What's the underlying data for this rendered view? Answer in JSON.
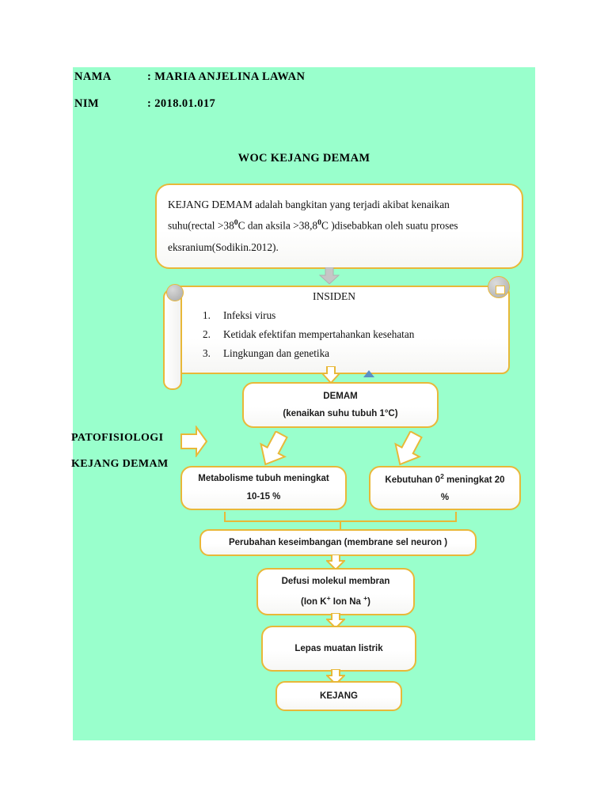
{
  "page": {
    "background": "#ffffff",
    "panel_color": "#99FFCC",
    "box_border_color": "#E8B838",
    "arrow_gray": "#BFBFBF",
    "marker_blue": "#5B8EC4"
  },
  "header": {
    "nama_label": "NAMA",
    "nama_value": ": MARIA ANJELINA LAWAN",
    "nim_label": "NIM",
    "nim_value": ": 2018.01.017"
  },
  "title": "WOC KEJANG DEMAM",
  "definition": {
    "line1": "KEJANG DEMAM adalah bangkitan yang terjadi akibat kenaikan",
    "line2_a": "suhu(rectal >38",
    "line2_sup1": "0",
    "line2_b": "C dan aksila >38,8",
    "line2_sup2": "0",
    "line2_c": "C )disebabkan oleh suatu proses",
    "line3": "eksranium(Sodikin.2012)."
  },
  "insiden": {
    "title": "INSIDEN",
    "items": [
      {
        "num": "1.",
        "text": "Infeksi virus"
      },
      {
        "num": "2.",
        "text": "Ketidak efektifan mempertahankan kesehatan"
      },
      {
        "num": "3.",
        "text": "Lingkungan dan genetika"
      }
    ]
  },
  "side_label": {
    "line1": "PATOFISIOLOGI",
    "line2": "KEJANG DEMAM"
  },
  "flow": {
    "demam": {
      "line1": "DEMAM",
      "line2": "(kenaikan suhu tubuh 1°C)"
    },
    "metabolisme": {
      "line1": "Metabolisme tubuh meningkat",
      "line2": "10-15 %"
    },
    "oksigen": {
      "line1_a": "Kebutuhan 0",
      "line1_sup": "2",
      "line1_b": " meningkat 20",
      "line2": "%"
    },
    "perubahan": "Perubahan keseimbangan (membrane sel neuron )",
    "defusi": {
      "line1": "Defusi molekul membran",
      "line2_a": "(Ion K",
      "line2_sup1": "+",
      "line2_b": " Ion Na ",
      "line2_sup2": "+",
      "line2_c": ")"
    },
    "lepas": "Lepas muatan listrik",
    "kejang": "KEJANG"
  }
}
